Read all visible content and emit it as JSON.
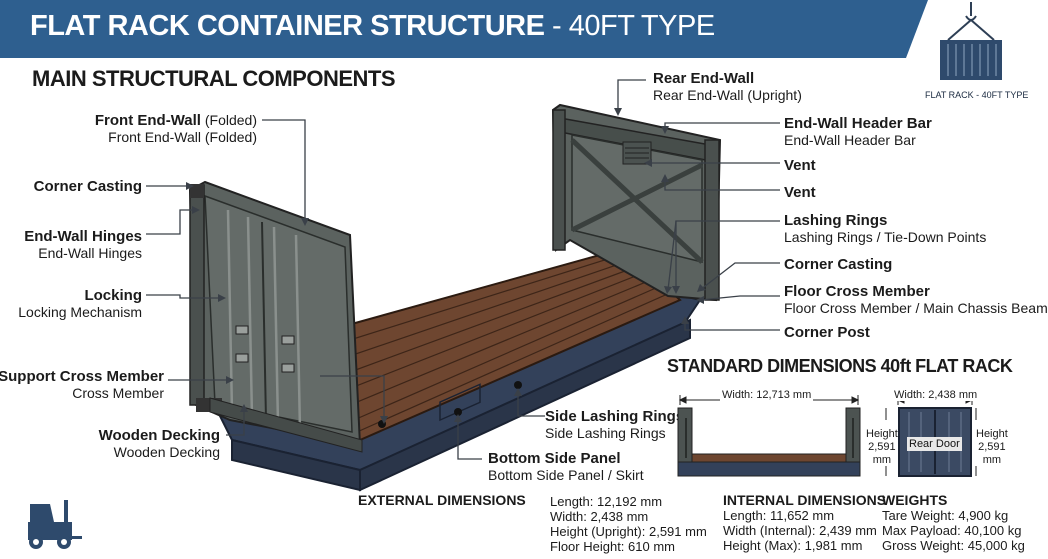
{
  "title": {
    "main": "FLAT RACK CONTAINER STRUCTURE",
    "sub": " - 40FT TYPE"
  },
  "badge": {
    "text": "FLAT RACK - 40FT TYPE",
    "icon": "crane-container-icon"
  },
  "main_heading": "MAIN STRUCTURAL COMPONENTS",
  "labels": {
    "front_end_wall": {
      "title": "Front End-Wall",
      "title_note": " (Folded)",
      "desc": "Front End-Wall (Folded)"
    },
    "corner_casting_left": {
      "title": "Corner Casting"
    },
    "end_wall_hinges": {
      "title": "End-Wall Hinges",
      "desc": "End-Wall Hinges"
    },
    "locking": {
      "title": "Locking",
      "desc": "Locking Mechanism"
    },
    "support_cross_member": {
      "title": "Support Cross Member",
      "desc": "Cross Member"
    },
    "wooden_decking": {
      "title": "Wooden Decking",
      "desc": "Wooden Decking"
    },
    "rear_end_wall": {
      "title": "Rear End-Wall",
      "desc": "Rear End-Wall (Upright)"
    },
    "header_bar": {
      "title": "End-Wall Header Bar",
      "desc": "End-Wall Header Bar"
    },
    "vent_1": {
      "title": "Vent"
    },
    "vent_2": {
      "title": "Vent"
    },
    "lashing_rings": {
      "title": "Lashing Rings",
      "desc": "Lashing Rings / Tie-Down Points"
    },
    "corner_casting_right": {
      "title": "Corner Casting"
    },
    "floor_cross_member": {
      "title": "Floor Cross Member",
      "desc": "Floor Cross Member / Main Chassis Beam"
    },
    "corner_post": {
      "title": "Corner Post"
    },
    "side_lashing_rings": {
      "title": "Side Lashing Rings",
      "desc": "Side Lashing Rings"
    },
    "bottom_side_panel": {
      "title": "Bottom Side Panel",
      "desc": "Bottom Side Panel / Skirt"
    }
  },
  "dimensions_heading": "STANDARD DIMENSIONS 40ft FLAT RACK",
  "side_view": {
    "width": "Width: 12,713 mm",
    "height_lines": [
      "Height",
      "2,591",
      "mm"
    ]
  },
  "end_view": {
    "width": "Width: 2,438 mm",
    "door": "Rear Door",
    "height_lines": [
      "Height",
      "2,591",
      "mm"
    ]
  },
  "external": {
    "heading": "EXTERNAL DIMENSIONS",
    "items": [
      "Length: 12,192 mm",
      "Width: 2,438 mm",
      "Height (Upright): 2,591 mm",
      "Floor Height: 610 mm"
    ]
  },
  "internal": {
    "heading": "INTERNAL DIMENSIONS",
    "items": [
      "Length: 11,652 mm",
      "Width (Internal): 2,439 mm",
      "Height (Max): 1,981 mm"
    ]
  },
  "weights": {
    "heading": "WEIGHTS",
    "items": [
      "Tare Weight: 4,900 kg",
      "Max Payload: 40,100 kg",
      "Gross Weight: 45,000 kg"
    ]
  },
  "forklift_icon": "forklift-icon",
  "colors": {
    "banner": "#2e5f8f",
    "steel": "#5b625f",
    "steel_dark": "#3f4543",
    "deck": "#6e4630",
    "base": "#33415a"
  }
}
